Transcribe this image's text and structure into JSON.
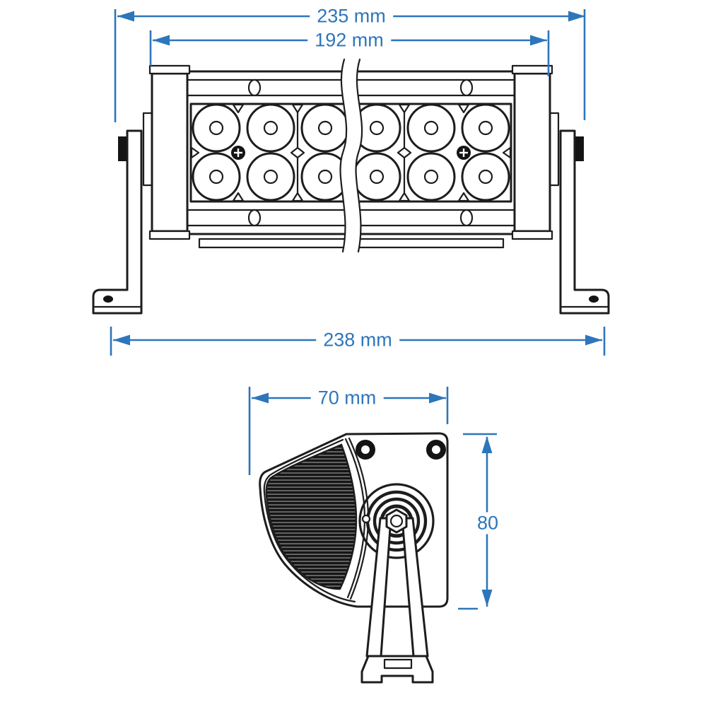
{
  "colors": {
    "dimension_blue": "#2d76bb",
    "line_black": "#1d1d1f",
    "background": "#ffffff"
  },
  "front_view": {
    "dimensions": {
      "overall_width": {
        "label": "235 mm"
      },
      "lens_width": {
        "label": "192 mm"
      },
      "bracket_width": {
        "label": "238 mm"
      }
    },
    "led_rows": 2,
    "led_columns_visible": 6,
    "led_count_visible": 12
  },
  "side_view": {
    "dimensions": {
      "depth": {
        "label": "70 mm"
      },
      "height": {
        "label": "80"
      }
    }
  }
}
